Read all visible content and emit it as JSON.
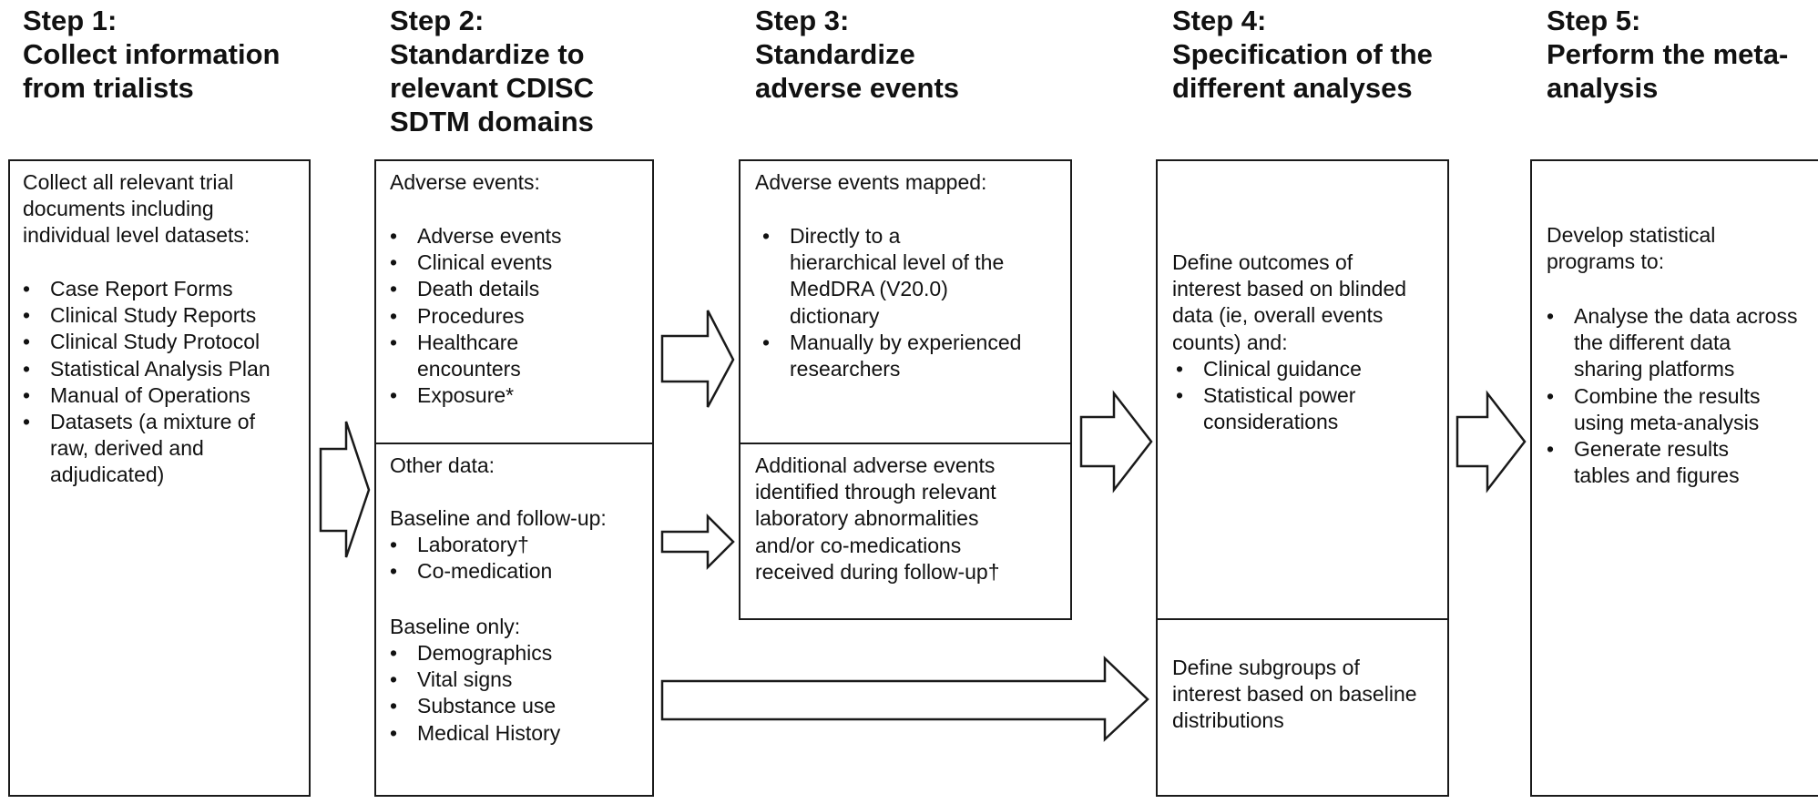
{
  "steps": [
    {
      "heading": "Step 1:\nCollect information\nfrom trialists"
    },
    {
      "heading": "Step 2:\nStandardize to\nrelevant CDISC\nSDTM domains"
    },
    {
      "heading": "Step 3:\nStandardize\nadverse events"
    },
    {
      "heading": "Step 4:\nSpecification of the\ndifferent analyses"
    },
    {
      "heading": "Step 5:\nPerform the meta-\nanalysis"
    }
  ],
  "box1": {
    "intro": "Collect all relevant trial\ndocuments including\nindividual level datasets:",
    "items": [
      "Case Report Forms",
      "Clinical Study Reports",
      "Clinical Study Protocol",
      "Statistical Analysis Plan",
      "Manual of Operations",
      "Datasets (a mixture of raw, derived and adjudicated)"
    ]
  },
  "box2_top": {
    "title": "Adverse events:",
    "items": [
      "Adverse events",
      "Clinical events",
      "Death details",
      "Procedures",
      "Healthcare encounters",
      "Exposure*"
    ]
  },
  "box2_bottom": {
    "title": "Other data:",
    "group1_title": "Baseline and follow-up:",
    "group1_items": [
      "Laboratory†",
      "Co-medication"
    ],
    "group2_title": "Baseline only:",
    "group2_items": [
      "Demographics",
      "Vital signs",
      "Substance use",
      "Medical History"
    ]
  },
  "box3_top": {
    "title": "Adverse events mapped:",
    "items": [
      "Directly to a hierarchical level of the MedDRA (V20.0) dictionary",
      "Manually by experienced researchers"
    ]
  },
  "box3_bottom": {
    "text": "Additional adverse events\nidentified through relevant\nlaboratory abnormalities\nand/or co-medications\nreceived during follow-up†"
  },
  "box4_top": {
    "intro": "Define outcomes of\ninterest based on blinded\ndata (ie, overall events\ncounts) and:",
    "items": [
      "Clinical guidance",
      "Statistical power considerations"
    ]
  },
  "box4_bottom": {
    "text": "Define subgroups of\ninterest based on baseline\ndistributions"
  },
  "box5": {
    "intro": "Develop statistical\nprograms to:",
    "items": [
      "Analyse the data across the different data sharing platforms",
      "Combine the results using meta-analysis",
      "Generate results tables and figures"
    ]
  }
}
